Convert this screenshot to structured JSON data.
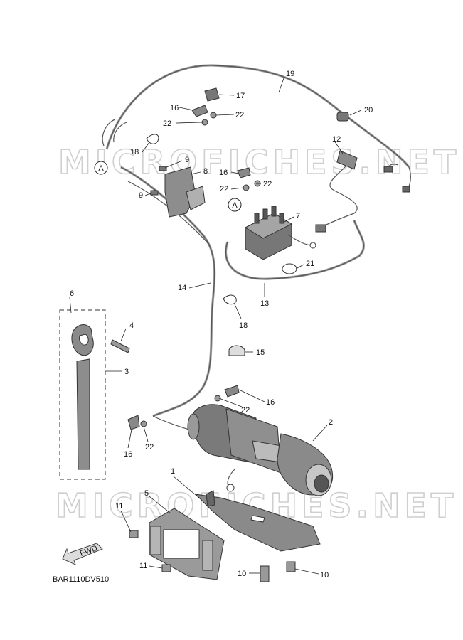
{
  "diagram": {
    "watermark": "MICROFICHES.NET",
    "drawing_code": "BAR1110DV510",
    "fwd_label": "FWD",
    "ref_label": "A",
    "callouts": [
      "1",
      "2",
      "3",
      "4",
      "5",
      "6",
      "7",
      "8",
      "9",
      "9",
      "10",
      "10",
      "11",
      "11",
      "12",
      "13",
      "14",
      "15",
      "16",
      "16",
      "16",
      "16",
      "17",
      "18",
      "18",
      "19",
      "20",
      "21",
      "22",
      "22",
      "22",
      "22",
      "22",
      "22"
    ]
  }
}
